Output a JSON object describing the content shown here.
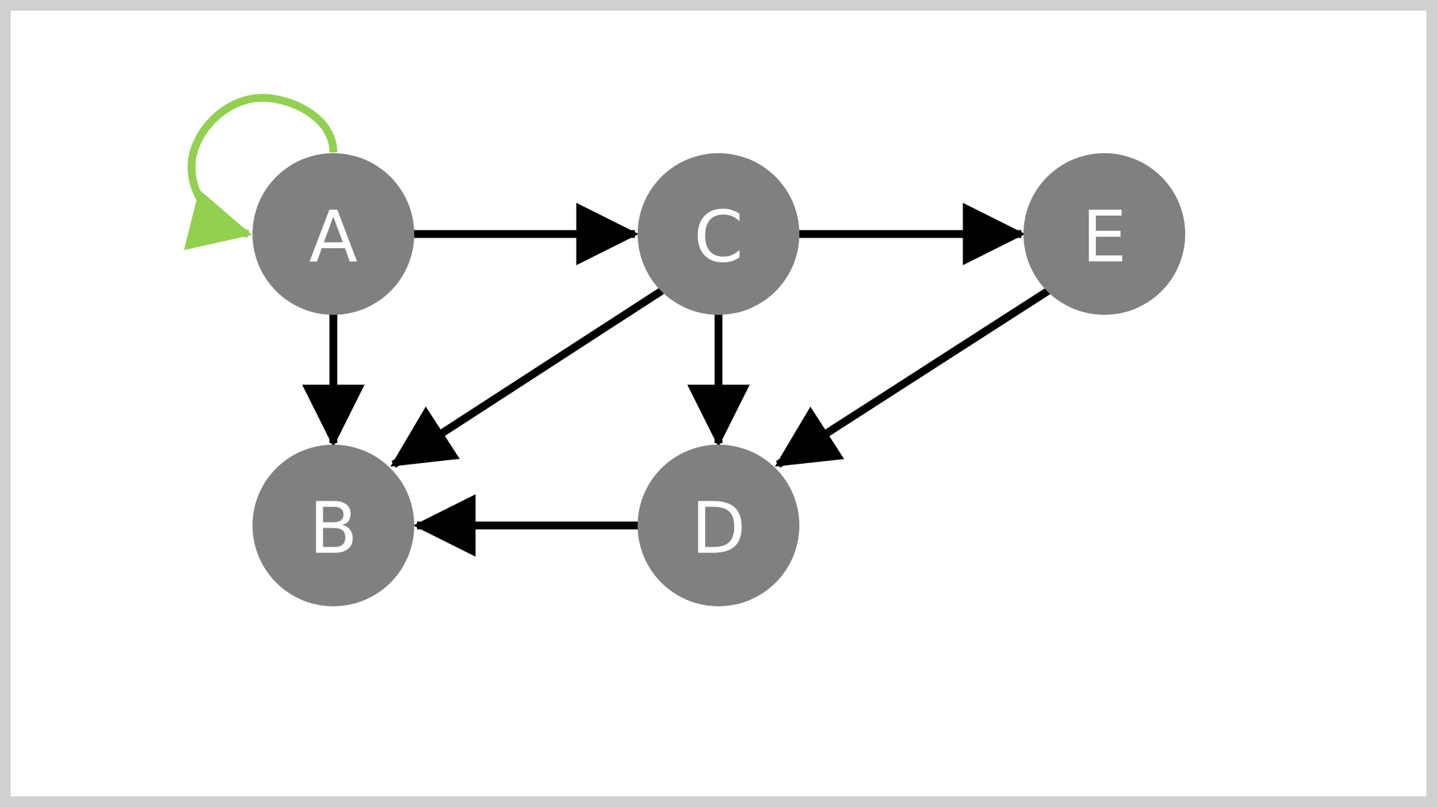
{
  "colors": {
    "background": "#ffffff",
    "border": "#d0d0d0",
    "node_fill": "#808080",
    "node_text": "#ffffff",
    "edge": "#000000",
    "self_loop": "#92d050"
  },
  "nodes": [
    {
      "id": "A",
      "label": "A"
    },
    {
      "id": "B",
      "label": "B"
    },
    {
      "id": "C",
      "label": "C"
    },
    {
      "id": "D",
      "label": "D"
    },
    {
      "id": "E",
      "label": "E"
    }
  ],
  "edges": [
    {
      "from": "A",
      "to": "A",
      "kind": "self-loop"
    },
    {
      "from": "A",
      "to": "C"
    },
    {
      "from": "C",
      "to": "E"
    },
    {
      "from": "A",
      "to": "B"
    },
    {
      "from": "C",
      "to": "B"
    },
    {
      "from": "C",
      "to": "D"
    },
    {
      "from": "E",
      "to": "D"
    },
    {
      "from": "D",
      "to": "B"
    }
  ]
}
